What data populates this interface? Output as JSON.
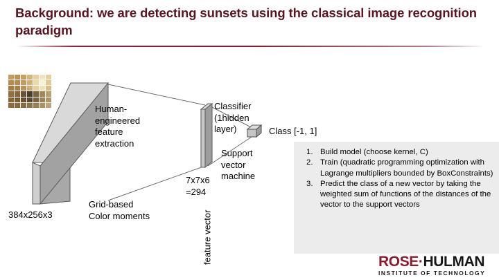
{
  "slide": {
    "title": "Background: we are detecting sunsets using the classical image recognition paradigm",
    "accent_color": "#5b1420",
    "rule_color": "#7b2030",
    "background": "#ffffff"
  },
  "diagram": {
    "input_label": "384x256x3",
    "extraction_label": "Human-\nengineered\nfeature\nextraction",
    "method_label": "Grid-based\nColor moments",
    "feature_vector_label": "feature vector",
    "feature_vector_size": "7x7x6\n=294",
    "classifier_label": "Classifier\n(1hidden\nlayer)",
    "svm_label": "Support\nvector\nmachine",
    "output_label": "Class [-1, 1]",
    "slab_front_color": "#a0a0a0",
    "slab_side_color": "#cfcfcf",
    "slab_top_color": "#d9d9d9",
    "outline_color": "#5a5a5a"
  },
  "mosaic": {
    "columns": 7,
    "rows": 6,
    "tiles": [
      "#c89a5e",
      "#c49154",
      "#c99f66",
      "#d8b479",
      "#e8cf9c",
      "#f3e3bd",
      "#e7cf9f",
      "#b98a4e",
      "#b68a52",
      "#c49a60",
      "#d4ae74",
      "#eed9a8",
      "#faf0d2",
      "#e2c795",
      "#a87c45",
      "#ab8048",
      "#bb9259",
      "#cfa96f",
      "#e6cf9b",
      "#f1e0b4",
      "#d9bc88",
      "#936b3d",
      "#8a6438",
      "#6b4f32",
      "#4b3b27",
      "#7d6340",
      "#a58555",
      "#b9a071",
      "#8a6437",
      "#7e5c34",
      "#6d5130",
      "#5c4930",
      "#7a6241",
      "#9c8256",
      "#ad9468",
      "#8f6a3b",
      "#8a6639",
      "#8b6a3f",
      "#8f7146",
      "#9b7f52",
      "#ad9261",
      "#bca377"
    ]
  },
  "steps": {
    "items": [
      {
        "num": "1.",
        "text": "Build model (choose kernel, C)"
      },
      {
        "num": "2.",
        "text": "Train (quadratic programming optimization with Lagrange multipliers bounded by BoxConstraints)"
      },
      {
        "num": "3.",
        "text": "Predict the class of a new vector by taking the weighted sum of functions of the distances of the vector to the support vectors"
      }
    ],
    "panel_color": "#ececec"
  },
  "logo": {
    "word1": "ROSE",
    "separator": "·",
    "word2": "HULMAN",
    "subtitle": "INSTITUTE OF TECHNOLOGY",
    "red": "#8e1b2c",
    "black": "#171717"
  }
}
